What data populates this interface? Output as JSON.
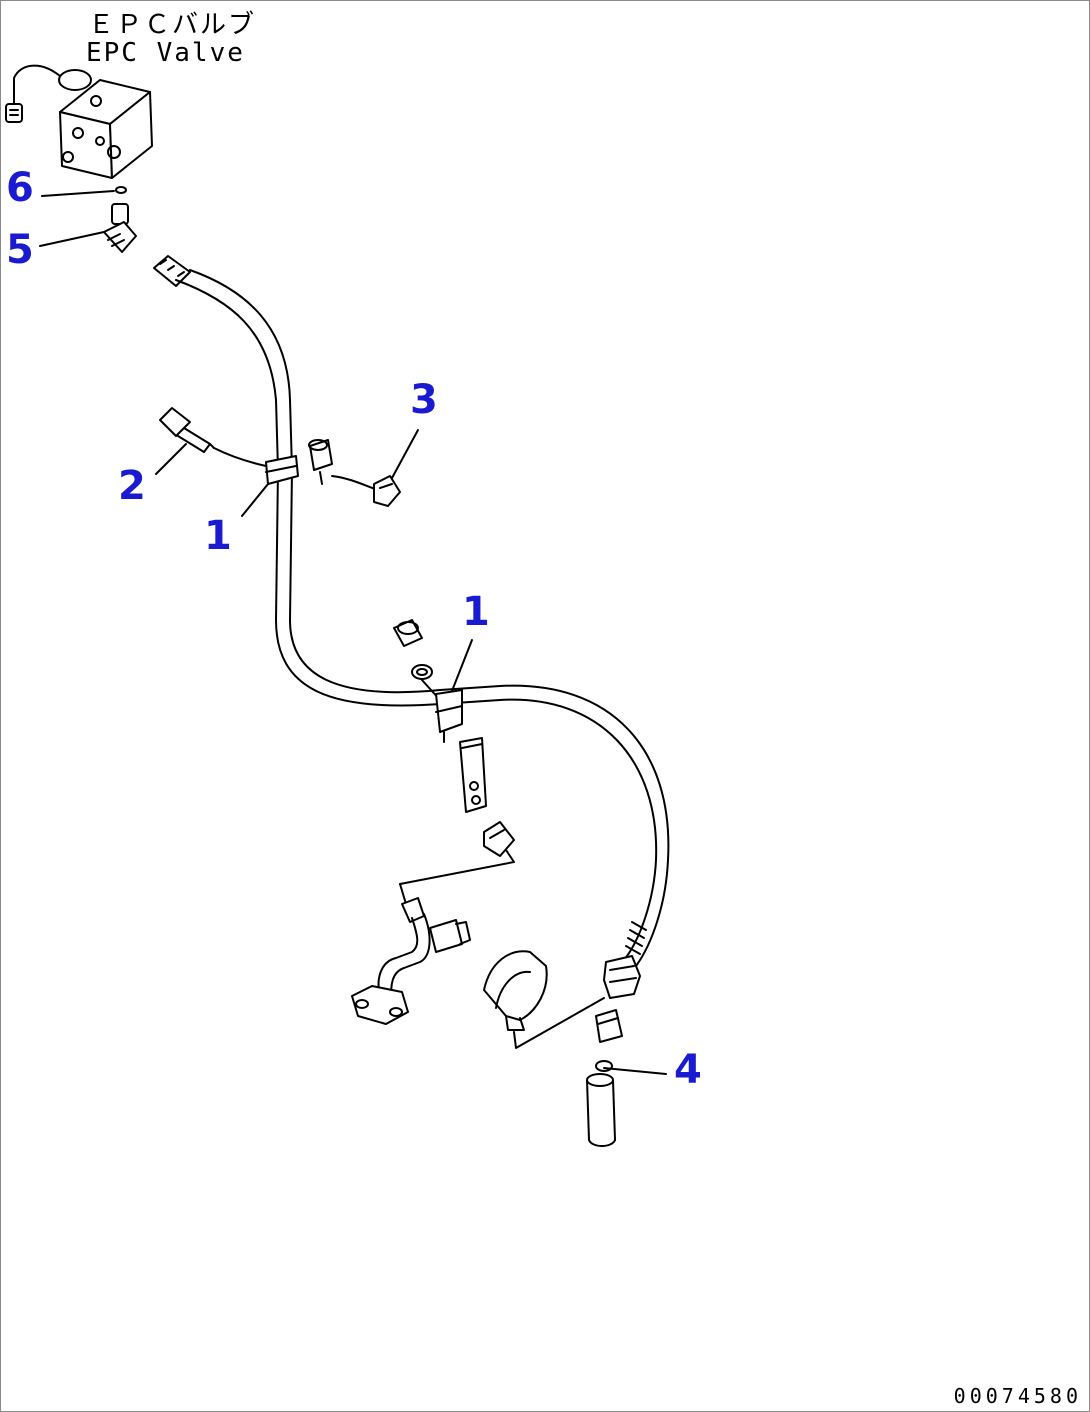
{
  "header": {
    "title_jp": "ＥＰＣバルブ",
    "title_en": "EPC Valve"
  },
  "callouts": {
    "c6": "6",
    "c5": "5",
    "c3": "3",
    "c2": "2",
    "c1a": "1",
    "c1b": "1",
    "c4": "4"
  },
  "footer": {
    "drawing_number": "00074580"
  },
  "colors": {
    "callout": "#1a1ad0",
    "line": "#000000",
    "border": "#8a8a8a"
  }
}
